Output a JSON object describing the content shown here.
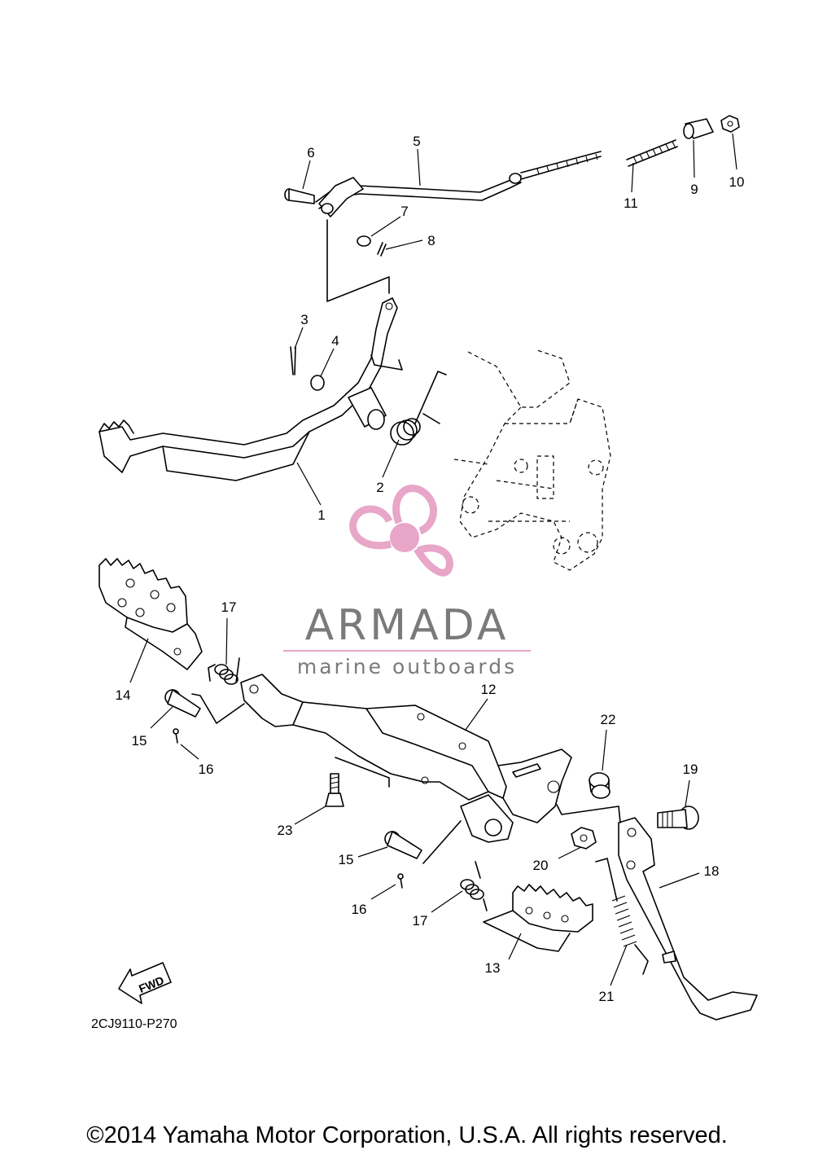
{
  "diagram_code": "2CJ9110-P270",
  "fwd_label": "FWD",
  "copyright": "©2014 Yamaha Motor Corporation, U.S.A. All rights reserved.",
  "watermark": {
    "title": "ARMADA",
    "subtitle": "marine outboards",
    "accent_color": "#e8a6c8",
    "text_color": "#7a7a7a"
  },
  "callouts": [
    "1",
    "2",
    "3",
    "4",
    "5",
    "6",
    "7",
    "8",
    "9",
    "10",
    "11",
    "12",
    "13",
    "14",
    "15",
    "16",
    "17",
    "18",
    "19",
    "20",
    "21",
    "22",
    "23"
  ]
}
